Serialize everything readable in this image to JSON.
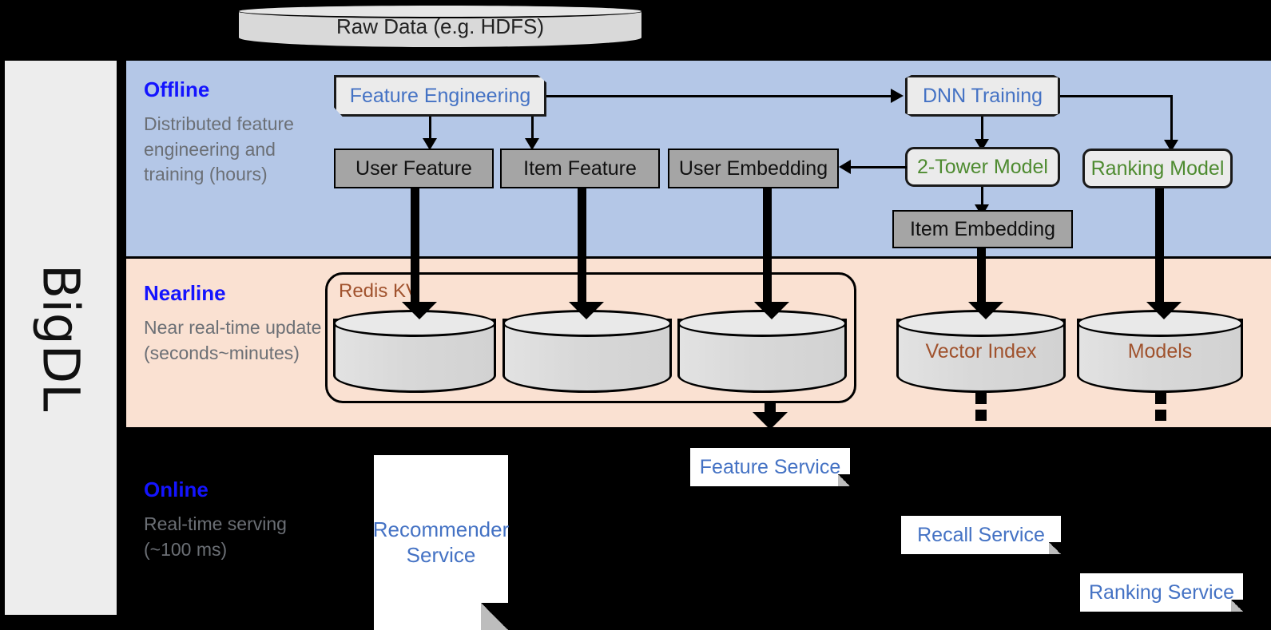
{
  "sidebar": {
    "label": "BigDL"
  },
  "source": {
    "label": "Raw Data (e.g. HDFS)"
  },
  "bands": {
    "offline": {
      "title": "Offline",
      "subtitle": "Distributed feature engineering and training (hours)"
    },
    "nearline": {
      "title": "Nearline",
      "subtitle": "Near real-time update (seconds~minutes)"
    },
    "online": {
      "title": "Online",
      "subtitle": "Real-time serving (~100 ms)"
    }
  },
  "offline_nodes": {
    "feature_engineering": "Feature Engineering",
    "dnn_training": "DNN Training",
    "user_feature": "User Feature",
    "item_feature": "Item Feature",
    "user_embedding": "User Embedding",
    "two_tower_model": "2-Tower Model",
    "ranking_model": "Ranking Model",
    "item_embedding": "Item Embedding"
  },
  "nearline_nodes": {
    "redis_kv": "Redis KV",
    "vector_index": "Vector Index",
    "models": "Models"
  },
  "online_nodes": {
    "recommender_service": "Recommender Service",
    "feature_service": "Feature Service",
    "recall_service": "Recall Service",
    "ranking_service": "Ranking Service"
  },
  "colors": {
    "offline_band": "#b4c7e7",
    "nearline_band": "#fae1d2",
    "online_band": "#000000",
    "band_title": "#1414ff",
    "band_subtitle": "#6b6f75",
    "blue_text": "#4472c4",
    "green_text": "#4e8b30",
    "brown_text": "#a0522d",
    "gray_box": "#a5a5a5",
    "light_box": "#ebebeb",
    "sidebar": "#ededed"
  }
}
